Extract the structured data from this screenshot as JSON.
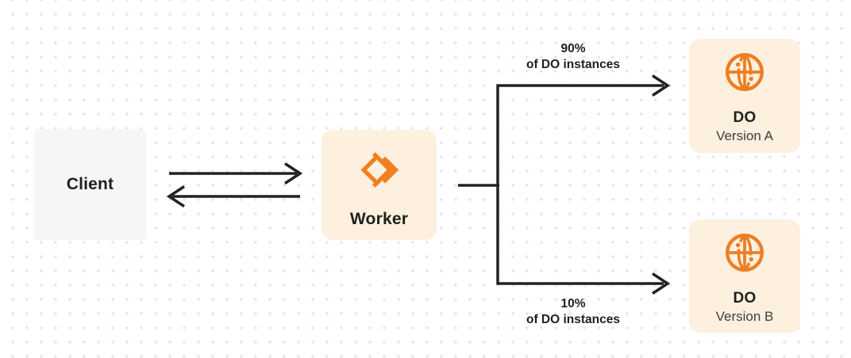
{
  "theme": {
    "canvas_bg": "#ffffff",
    "dot_color": "#e4e4e7",
    "line_color": "#242120",
    "accent_orange": "#F0801F",
    "globe_orange": "#EE7D22",
    "cream_panel": "#FDF0DF",
    "gray_panel": "#F6F6F7",
    "title_text": "#211F1E",
    "subtitle_text": "#3F3D3A"
  },
  "nodes": {
    "client": {
      "label": "Client"
    },
    "worker": {
      "label": "Worker",
      "icon": "cloudflare-workers-logo-icon"
    },
    "do_version_a": {
      "title": "DO",
      "subtitle": "Version A",
      "icon": "durable-object-globe-icon"
    },
    "do_version_b": {
      "title": "DO",
      "subtitle": "Version B",
      "icon": "durable-object-globe-icon"
    }
  },
  "edge_labels": {
    "branch_a": {
      "percent": "90%",
      "caption": "of DO instances"
    },
    "branch_b": {
      "percent": "10%",
      "caption": "of DO instances"
    }
  }
}
